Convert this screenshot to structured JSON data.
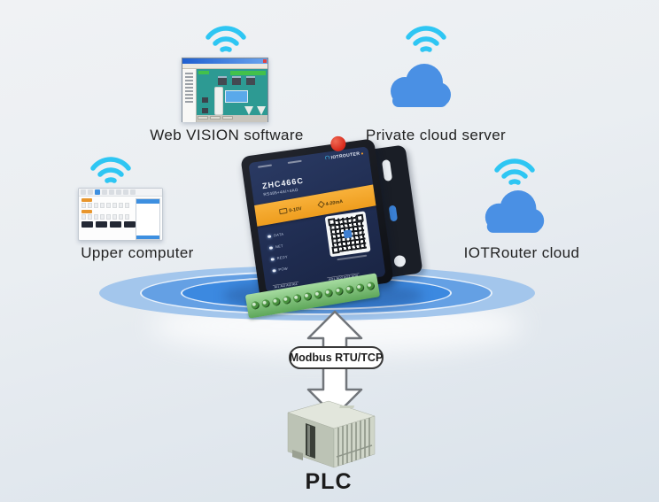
{
  "diagram": {
    "nodes": {
      "web_vision": {
        "label": "Web VISION software"
      },
      "private_cloud": {
        "label": "Private cloud server"
      },
      "upper_computer": {
        "label": "Upper computer"
      },
      "iot_cloud": {
        "label": "IOTRouter cloud"
      },
      "plc": {
        "label": "PLC"
      }
    },
    "link": {
      "label": "Modbus RTU/TCP"
    }
  },
  "device": {
    "model": "ZHC466C",
    "subtitle": "RS485+4AI+4AO",
    "brand": "IOTROUTER",
    "band_labels": [
      "0-10V",
      "4-20mA"
    ],
    "leds": [
      "DATA",
      "NET",
      "REDY",
      "POW"
    ],
    "terminal_groups": [
      "AI1 AI2 AI3 AI4",
      "AO1 AO2 AO3 AO4"
    ]
  },
  "icons": {
    "wifi": "wifi-icon",
    "cloud": "cloud-icon",
    "antenna": "antenna-connector",
    "qr": "qr-code"
  },
  "colors": {
    "wifi": "#2ec6f3",
    "cloud": "#4a90e4",
    "ripple_outer": "#a3c6ec",
    "ripple_mid": "#64a0e4",
    "ripple_inner": "#3c89e0",
    "device_face": "#223158",
    "band": "#f6a62a",
    "terminal_block": "#7cc47a",
    "antenna": "#e2382a",
    "arrow_fill": "#ffffff",
    "plc_body": "#ccd2c5",
    "label_text": "#222222"
  }
}
